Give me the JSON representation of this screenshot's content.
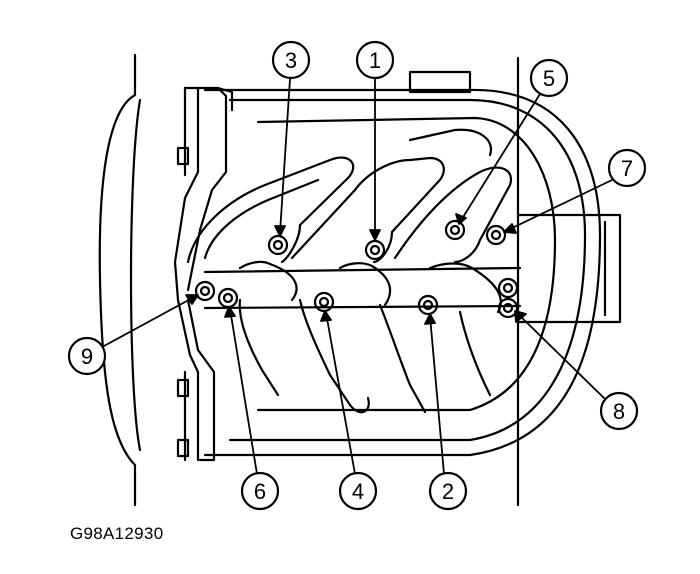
{
  "figure_code": "G98A12930",
  "callouts": [
    "1",
    "2",
    "3",
    "4",
    "5",
    "6",
    "7",
    "8",
    "9"
  ],
  "colors": {
    "line": "#000000",
    "background": "#ffffff"
  }
}
